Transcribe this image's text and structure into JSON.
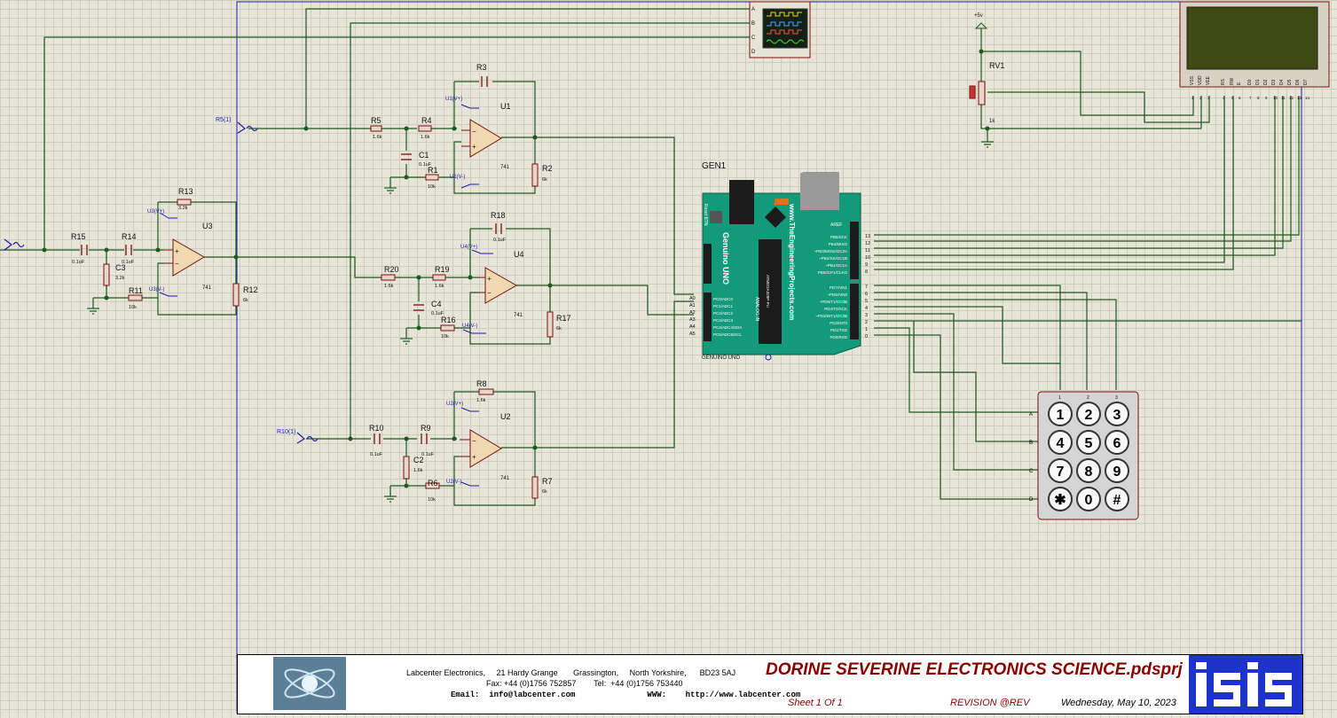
{
  "gen_label": "GEN1",
  "scope": {
    "channels": [
      "A",
      "B",
      "C",
      "D"
    ]
  },
  "supply": {
    "label": "+5v"
  },
  "pot": {
    "ref": "RV1",
    "value": "1k"
  },
  "lcd": {
    "pins": [
      "VSS",
      "VDD",
      "VEE",
      "RS",
      "RW",
      "E",
      "D0",
      "D1",
      "D2",
      "D3",
      "D4",
      "D5",
      "D6",
      "D7"
    ],
    "pin_numbers": [
      "1",
      "2",
      "3",
      "4",
      "5",
      "6",
      "7",
      "8",
      "9",
      "10",
      "11",
      "12",
      "13",
      "14"
    ]
  },
  "generators": {
    "r5": "R5(1)",
    "r10": "R10(1)"
  },
  "opamps": [
    {
      "ref": "U1",
      "pos": "U1(V+)",
      "neg": "U1(V-)",
      "type": "741"
    },
    {
      "ref": "U2",
      "pos": "U2(V+)",
      "neg": "U2(V-)",
      "type": "741"
    },
    {
      "ref": "U3",
      "pos": "U3(V+)",
      "neg": "U3(V-)",
      "type": "741"
    },
    {
      "ref": "U4",
      "pos": "U4(V+)",
      "neg": "U4(V-)",
      "type": "741"
    }
  ],
  "components": {
    "R1": "10k",
    "R2": "6k",
    "R3": "R3",
    "R4": "1.6k",
    "R5": "1.6k",
    "R6": "10k",
    "R7": "6k",
    "R8": "1.6k",
    "R9": "0.1uF",
    "R10": "0.1uF",
    "R11": "10k",
    "R12": "6k",
    "R13": "3.2k",
    "R14": "0.1uF",
    "R15": "0.1uF",
    "R16": "10k",
    "R17": "6k",
    "R18": "0.1uF",
    "R19": "1.6k",
    "R20": "1.6k",
    "C1": "0.1uF",
    "C2": "1.6k",
    "C3": "3.2k",
    "C4": "0.1uF"
  },
  "arduino": {
    "brand": "Genuino UNO",
    "url": "www.TheEngineeringProjects.com",
    "reset": "Reset BTN",
    "footer": "GENUINO UNO",
    "analog_title": "ANALOG IN",
    "aref": "AREF",
    "digital_high": [
      "PB5/SCK",
      "PB4/MISO",
      "~PB3/MOSI/OC2A",
      "~PB2/SS/OC1B",
      "~PB1/OC1A",
      "PB0/ICP1/CLKO"
    ],
    "digital_high_nums": [
      "13",
      "12",
      "11",
      "10",
      "9",
      "8"
    ],
    "digital_low": [
      "PD7/AIN1",
      "~PD6/AIN0",
      "~PD5/T1/OC0B",
      "PD4/T0/XCK",
      "~PD3/INT1/OC2B",
      "PD2/INT0",
      "PD1/TXD",
      "PD0/RXD"
    ],
    "digital_low_nums": [
      "7",
      "6",
      "5",
      "4",
      "3",
      "2",
      "1",
      "0"
    ],
    "analog": [
      "PC0/ADC0",
      "PC1/ADC1",
      "PC2/ADC2",
      "PC3/ADC3",
      "PC4/ADC4/SDA",
      "PC5/ADC5/SCL"
    ],
    "analog_nums": [
      "A0",
      "A1",
      "A2",
      "A3",
      "A4",
      "A5"
    ],
    "chip": "ATMEGA328P-PU"
  },
  "keypad": {
    "rows": [
      "A",
      "B",
      "C",
      "D"
    ],
    "cols": [
      "1",
      "2",
      "3"
    ],
    "keys": [
      "1",
      "2",
      "3",
      "4",
      "5",
      "6",
      "7",
      "8",
      "9",
      "✱",
      "0",
      "#"
    ]
  },
  "title_block": {
    "company_line": "Labcenter Electronics,     21 Hardy Grange       Grassington,     North Yorkshire,      BD23 5AJ",
    "fax_line": "Fax: +44 (0)1756 752857        Tel:  +44 (0)1756 753440",
    "email_line": "Email:  info@labcenter.com               WWW:    http://www.labcenter.com",
    "title": "DORINE SEVERINE ELECTRONICS SCIENCE.pdsprj",
    "sheet": "Sheet  1     Of  1",
    "revision": "REVISION   @REV",
    "date": "Wednesday, May 10, 2023"
  }
}
